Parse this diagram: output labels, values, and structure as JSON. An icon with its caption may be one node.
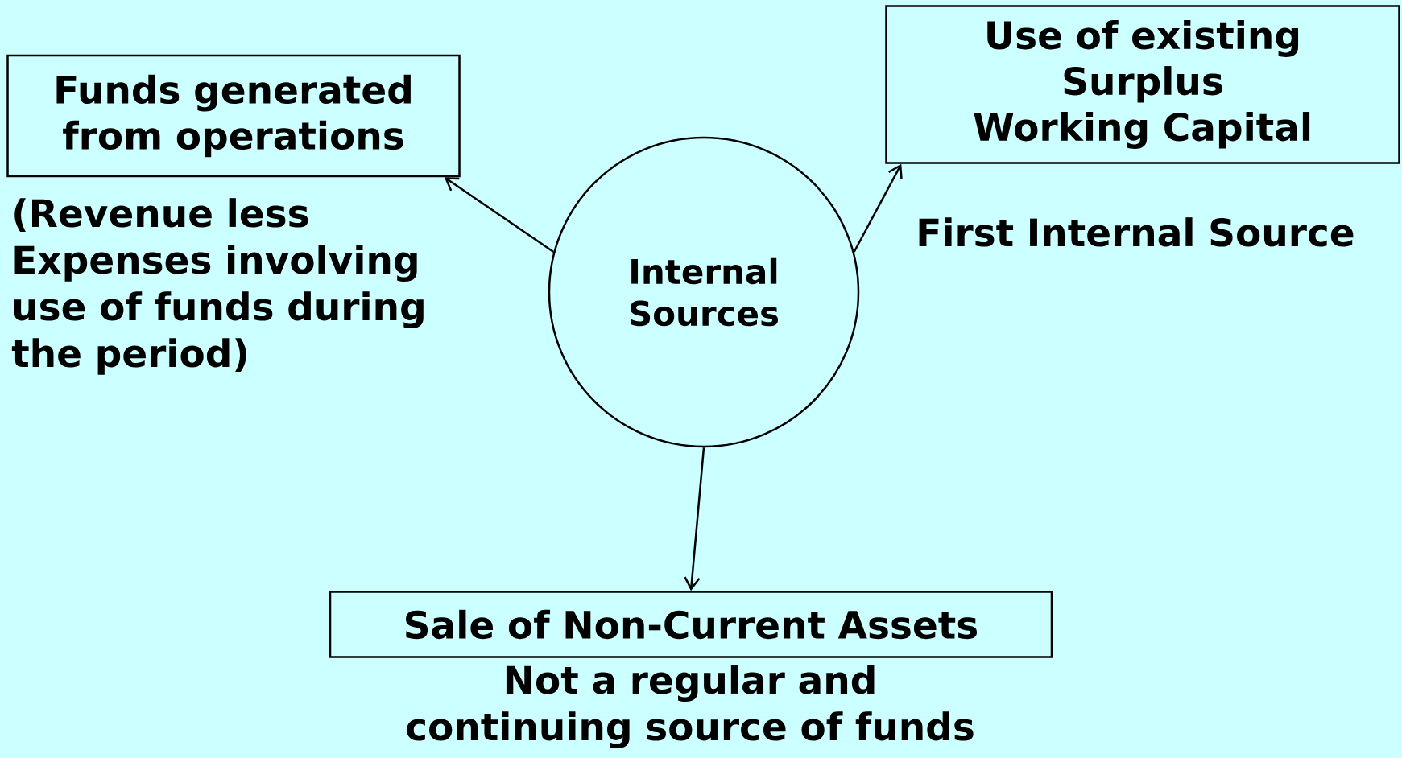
{
  "diagram": {
    "nodes": [
      {
        "text": [
          "Funds generated from operations"
        ],
        "beside": [
          "(Revenue less Expenses involving use of funds during the period)"
        ]
      },
      {
        "text": [
          "Use of existing Surplus Working Capital"
        ],
        "beside": [
          "First Internal Source"
        ]
      },
      {
        "text": [
          "Internal Sources"
        ]
      },
      {
        "text": [
          "Sale of Non-Current Assets"
        ],
        "beside": [
          "Not a regular and continuing source of funds"
        ]
      }
    ],
    "edges": [
      {
        "from": 2,
        "to": 0,
        "arrow": "to"
      },
      {
        "from": 2,
        "to": 1,
        "arrow": "to"
      },
      {
        "from": 2,
        "to": 3,
        "arrow": "to"
      }
    ]
  }
}
